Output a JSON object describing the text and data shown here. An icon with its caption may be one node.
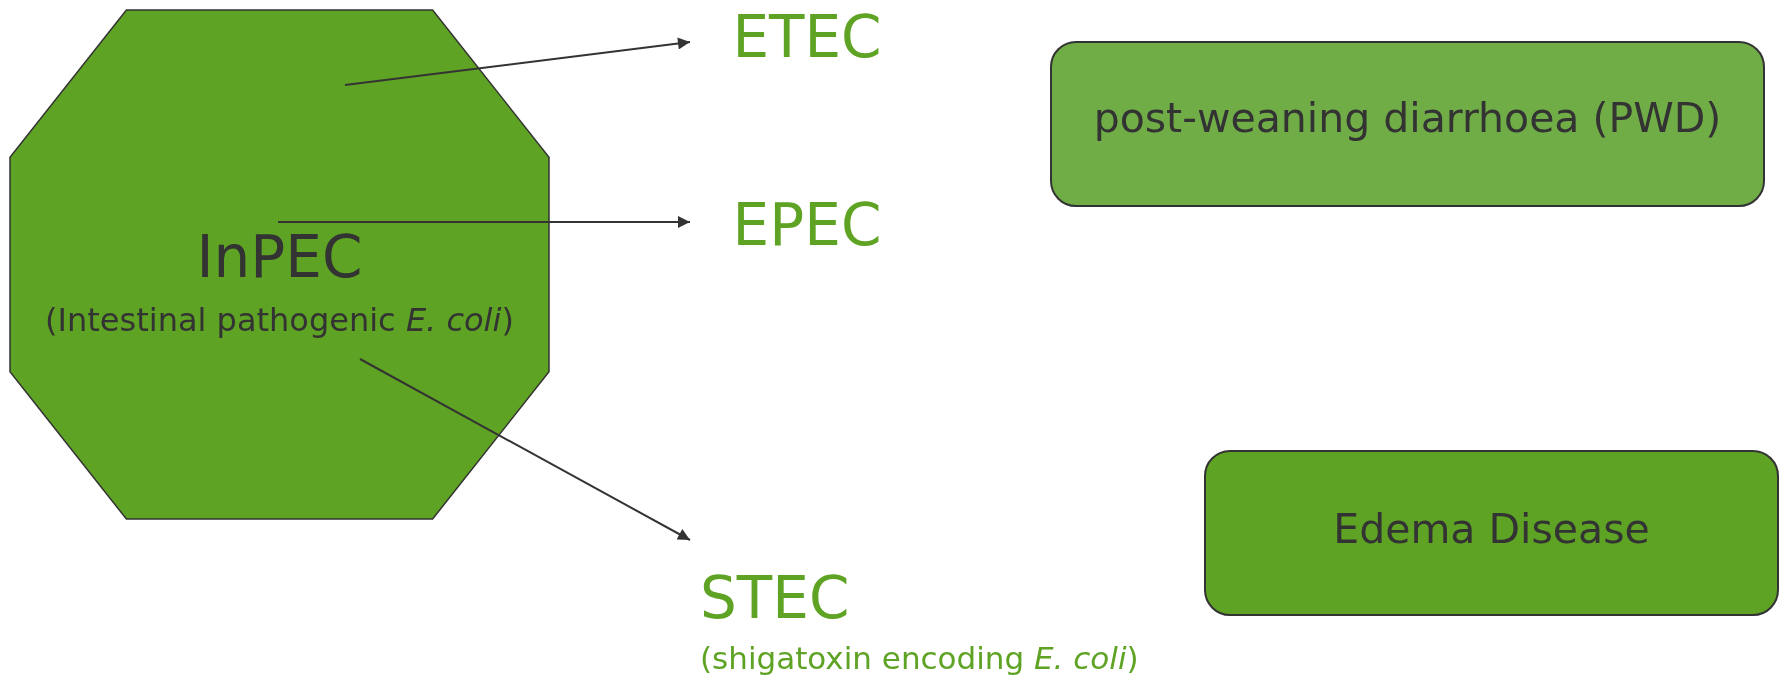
{
  "diagram": {
    "nodes": [
      {
        "text": [
          "InPEC",
          "(Intestinal pathogenic *E. coli*)"
        ]
      },
      {
        "text": [
          "ETEC"
        ]
      },
      {
        "text": [
          "EPEC"
        ]
      },
      {
        "text": [
          "STEC",
          "(shigatoxin encoding *E. coli*)"
        ]
      },
      {
        "text": [
          "post-weaning diarrhoea (PWD)"
        ]
      },
      {
        "text": [
          "Edema Disease"
        ]
      }
    ],
    "edges": [
      {
        "from": 0,
        "to": 1,
        "arrow": "to"
      },
      {
        "from": 0,
        "to": 2,
        "arrow": "to"
      },
      {
        "from": 0,
        "to": 3,
        "arrow": "to"
      }
    ]
  }
}
